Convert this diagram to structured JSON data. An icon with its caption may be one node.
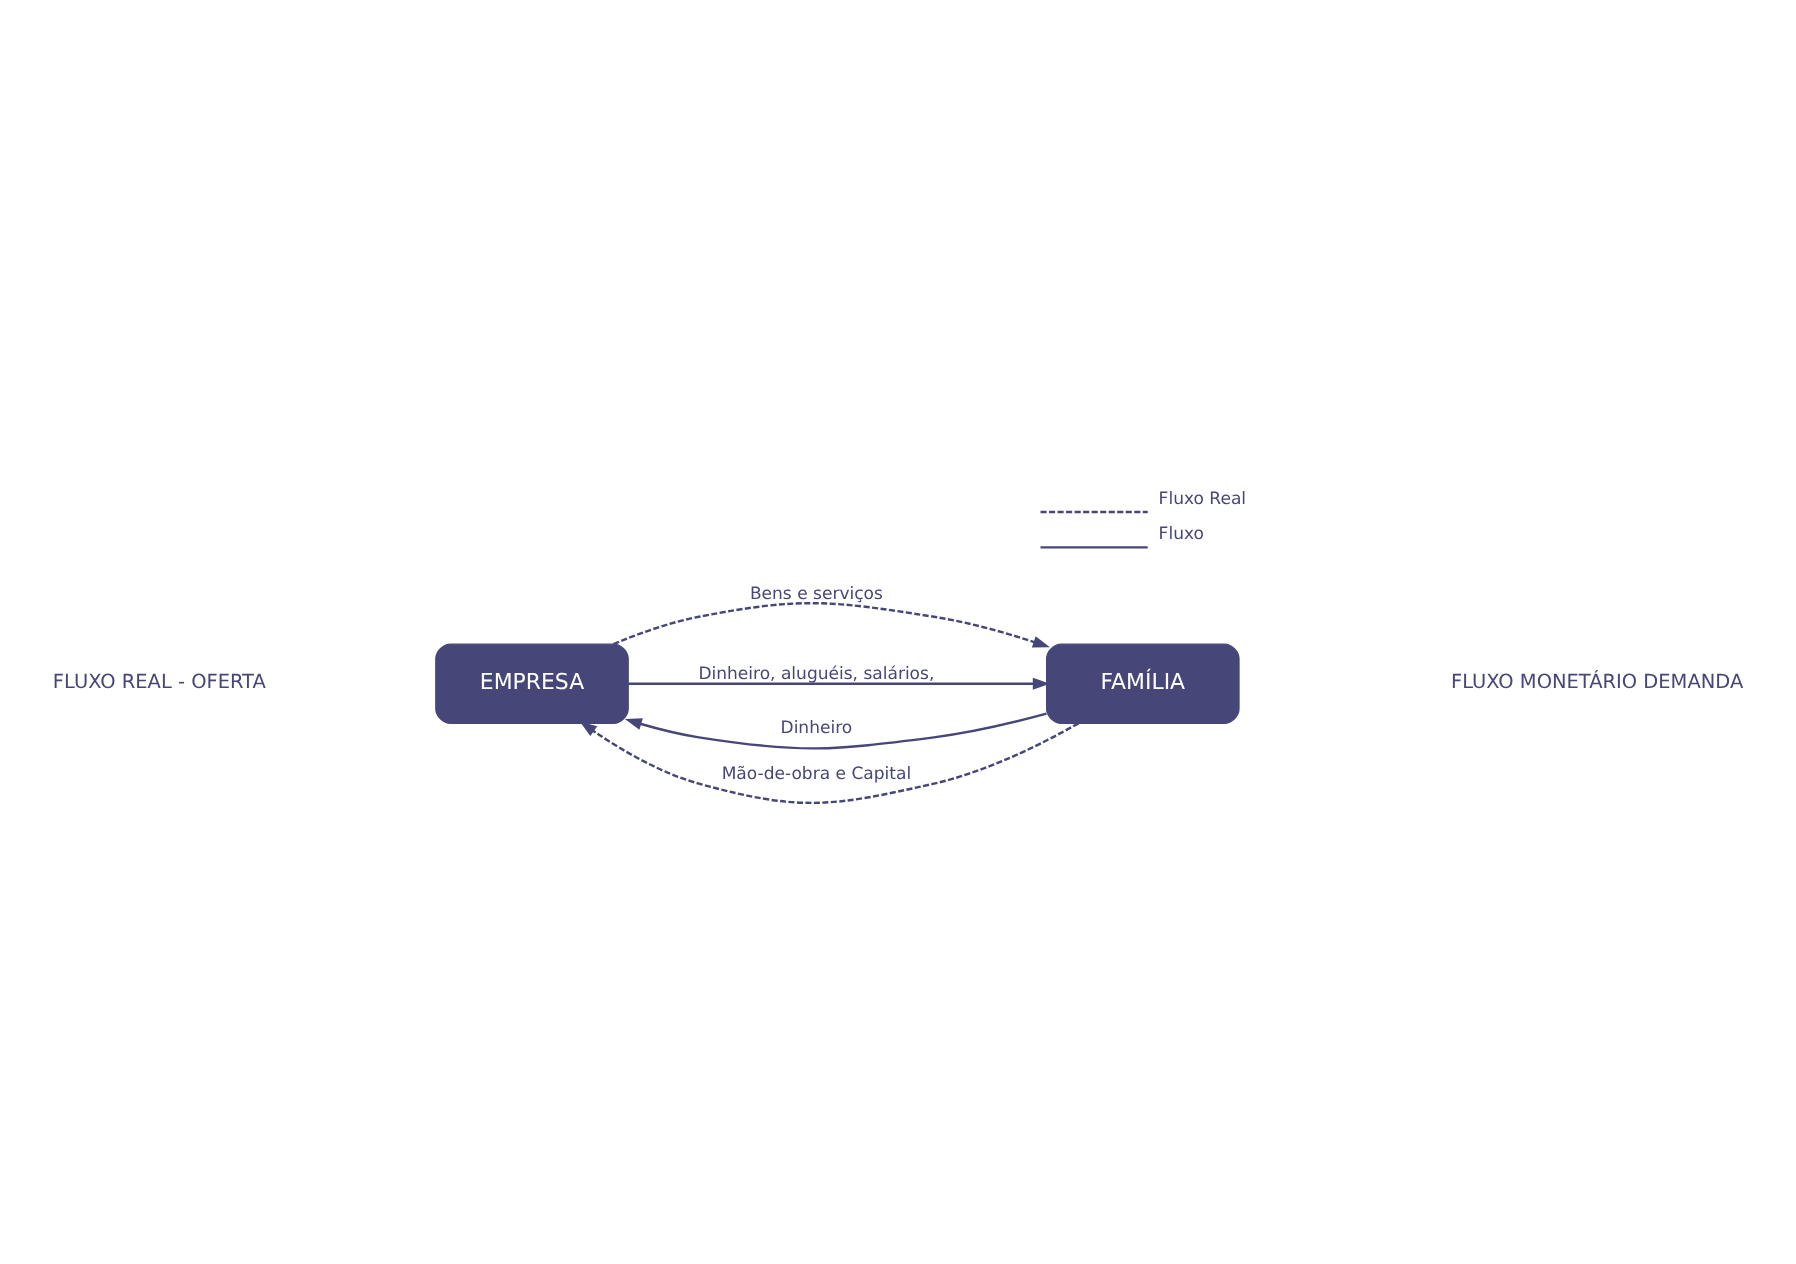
{
  "diagram": {
    "nodes": [
      {
        "text": [
          "EMPRESA"
        ]
      },
      {
        "text": [
          "FAMÍLIA"
        ]
      }
    ],
    "edges": [
      {
        "from": 1,
        "to": 0,
        "arrow": "to",
        "label": "Dinheiro"
      },
      {
        "from": 0,
        "to": 1,
        "arrow": "to",
        "label": "Bens e serviços",
        "style": "dashed"
      },
      {
        "from": 1,
        "to": 0,
        "arrow": "to",
        "label": "Mão-de-obra e Capital",
        "style": "dashed"
      },
      {
        "from": 0,
        "to": 1,
        "arrow": "to",
        "label": "Dinheiro, aluguéis, salários,"
      }
    ],
    "labels": [
      "FLUXO REAL - OFERTA",
      "FLUXO MONETÁRIO DEMANDA"
    ],
    "legend": [
      {
        "text": "Fluxo Real"
      },
      {
        "text": "Fluxo"
      }
    ]
  }
}
